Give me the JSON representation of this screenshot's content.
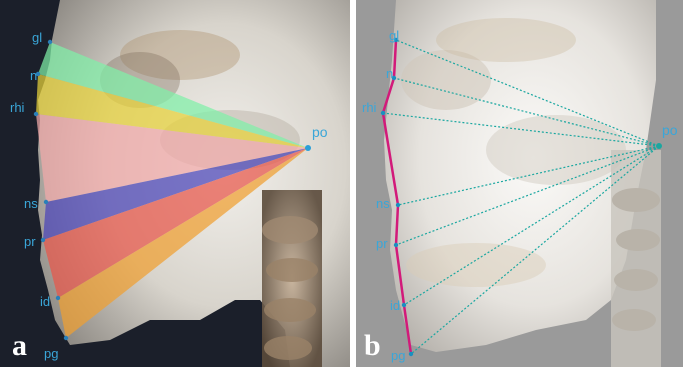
{
  "panels": [
    {
      "letter": "a",
      "landmarks": {
        "gl": "gl",
        "n": "n",
        "rhi": "rhi",
        "ns": "ns",
        "pr": "pr",
        "id": "id",
        "pg": "pg",
        "po": "po"
      },
      "wedge_colors": [
        "#7ff0a8",
        "#e8d23a",
        "#f1a9a9",
        "#4a44b8",
        "#e8564a",
        "#f0a030"
      ]
    },
    {
      "letter": "b",
      "landmarks": {
        "gl": "gl",
        "n": "n",
        "rhi": "rhi",
        "ns": "ns",
        "pr": "pr",
        "id": "id",
        "pg": "pg",
        "po": "po"
      },
      "profile_line_color": "#d21a7a",
      "ray_color": "#1aa7a0"
    }
  ],
  "colors": {
    "label": "#3aa6d8",
    "background_a": "#1b1f2a",
    "background_b": "#9a9a9a"
  }
}
